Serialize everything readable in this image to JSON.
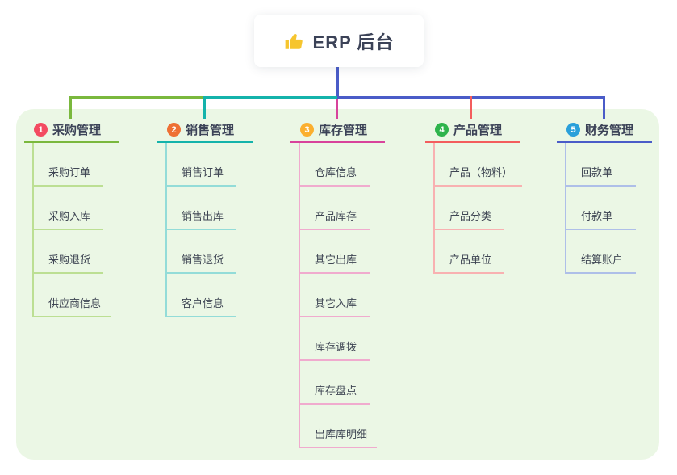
{
  "root": {
    "label": "ERP 后台",
    "icon": "thumbs-up-icon"
  },
  "colors": {
    "panel_background": "#ebf7e5",
    "root_line": "#4a5cc8",
    "root_text": "#3b4257",
    "thumb_icon": "#f6c52e"
  },
  "branches": [
    {
      "number": "1",
      "label": "采购管理",
      "badge_color": "#f34b61",
      "line_color": "#7ab83d",
      "child_line_color": "#bcdf93",
      "items": [
        "采购订单",
        "采购入库",
        "采购退货",
        "供应商信息"
      ]
    },
    {
      "number": "2",
      "label": "销售管理",
      "badge_color": "#ee7034",
      "line_color": "#14b3ab",
      "child_line_color": "#93dcd8",
      "items": [
        "销售订单",
        "销售出库",
        "销售退货",
        "客户信息"
      ]
    },
    {
      "number": "3",
      "label": "库存管理",
      "badge_color": "#fbaf2f",
      "line_color": "#d8439b",
      "child_line_color": "#f0abce",
      "items": [
        "仓库信息",
        "产品库存",
        "其它出库",
        "其它入库",
        "库存调拨",
        "库存盘点",
        "出库库明细"
      ]
    },
    {
      "number": "4",
      "label": "产品管理",
      "badge_color": "#2eb44c",
      "line_color": "#f35d5d",
      "child_line_color": "#f8b1b1",
      "items": [
        "产品（物料）",
        "产品分类",
        "产品单位"
      ]
    },
    {
      "number": "5",
      "label": "财务管理",
      "badge_color": "#2aa0da",
      "line_color": "#4a5cc8",
      "child_line_color": "#aebfe8",
      "items": [
        "回款单",
        "付款单",
        "结算账户"
      ]
    }
  ]
}
